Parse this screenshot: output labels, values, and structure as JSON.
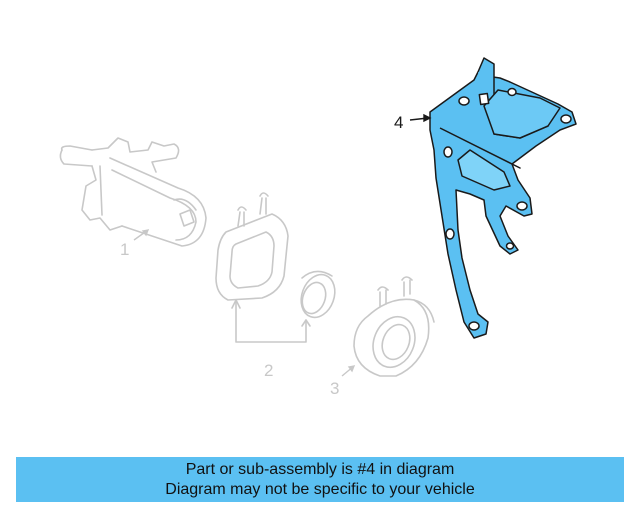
{
  "diagram": {
    "callouts": [
      "1",
      "2",
      "3",
      "4"
    ],
    "highlighted_part": "4"
  },
  "banner": {
    "line1": "Part or sub-assembly is #4 in diagram",
    "line2": "Diagram may not be specific to your vehicle"
  },
  "colors": {
    "highlight": "#5bc0f2",
    "ghost_stroke": "#c8c8c8",
    "outline": "#1a1a1a",
    "banner_bg": "#5bc0f2"
  }
}
